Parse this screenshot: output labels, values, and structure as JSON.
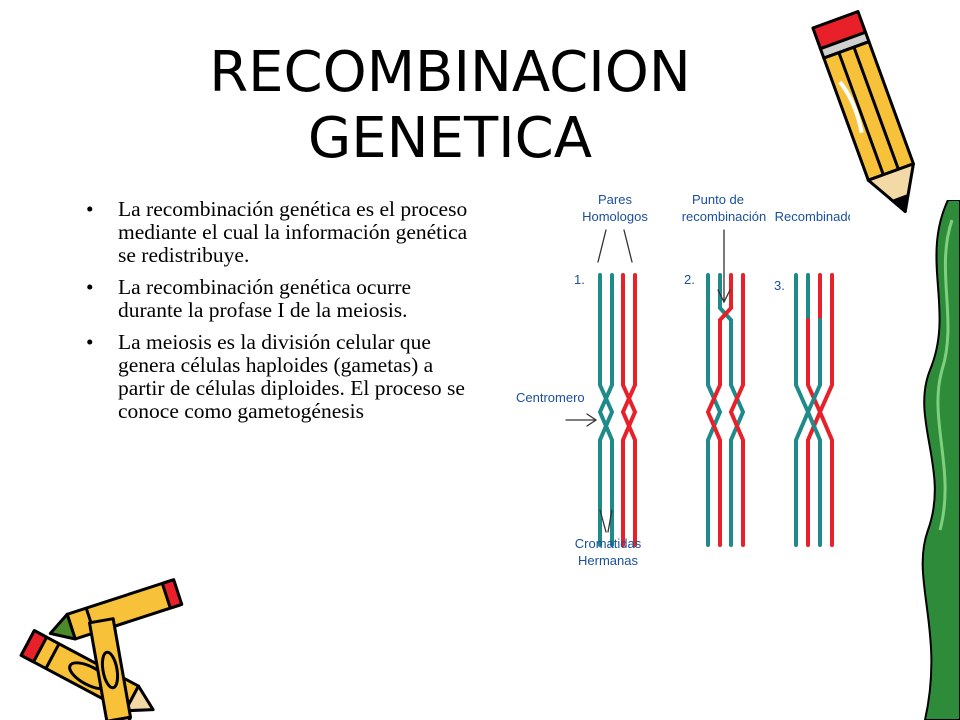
{
  "slide": {
    "title_line1": "RECOMBINACION",
    "title_line2": "GENETICA"
  },
  "bullets": [
    {
      "text": "La recombinación genética es el proceso mediante el cual la información genética se redistribuye."
    },
    {
      "text": "La recombinación genética ocurre durante la profase I de la meiosis."
    },
    {
      "text": "La meiosis es la división celular que genera células haploides (gametas) a partir de células diploides. El proceso se conoce como gametogénesis"
    }
  ],
  "diagram": {
    "label_pares_1": "Pares",
    "label_pares_2": "Homologos",
    "label_punto_1": "Punto de",
    "label_punto_2": "recombinación",
    "label_recombinados": "Recombinados",
    "label_centromero": "Centromero",
    "label_cromatidas_1": "Cromatidas",
    "label_cromatidas_2": "Hermanas",
    "step_1": "1.",
    "step_2": "2.",
    "step_3": "3.",
    "colors": {
      "teal": "#1f8a8a",
      "red": "#e8202a",
      "label": "#1a4f9c"
    }
  },
  "decor": {
    "top_right": "pencil-icon",
    "bottom_left": "crayons-icon",
    "right_edge": "ribbon-icon"
  }
}
